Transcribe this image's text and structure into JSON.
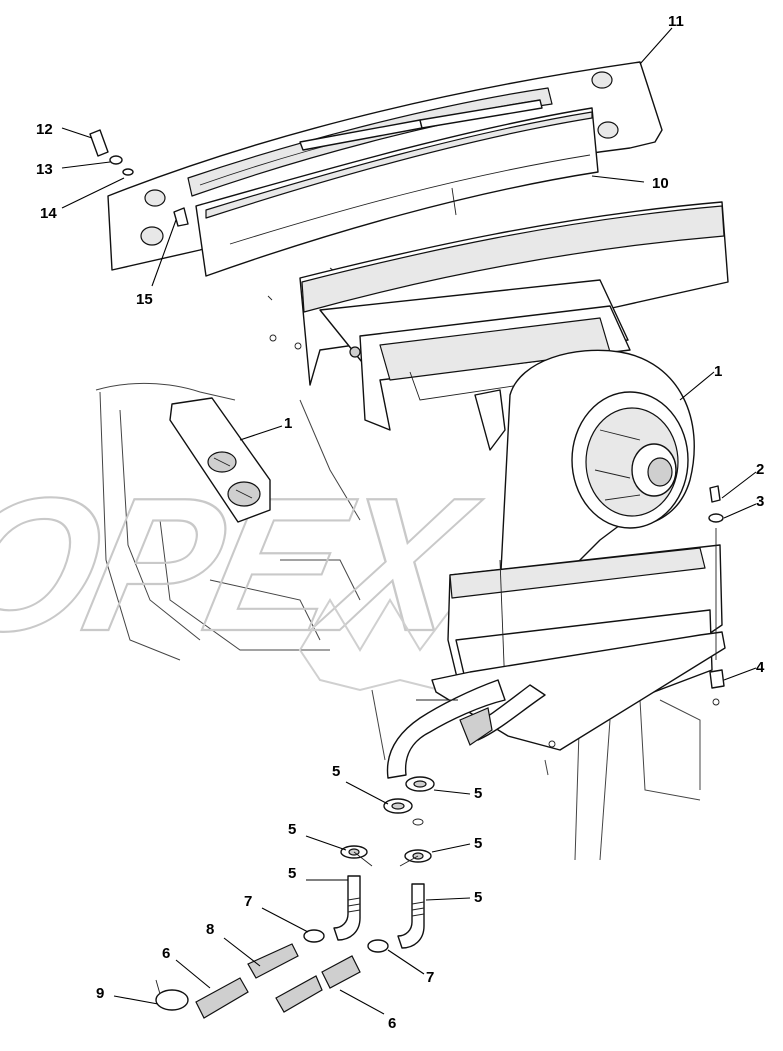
{
  "diagram": {
    "watermark_text": "OPEX",
    "callouts": [
      {
        "id": "c-11",
        "label": "11"
      },
      {
        "id": "c-12",
        "label": "12"
      },
      {
        "id": "c-13",
        "label": "13"
      },
      {
        "id": "c-14",
        "label": "14"
      },
      {
        "id": "c-10",
        "label": "10"
      },
      {
        "id": "c-15",
        "label": "15"
      },
      {
        "id": "c-1a",
        "label": "1"
      },
      {
        "id": "c-1b",
        "label": "1"
      },
      {
        "id": "c-2",
        "label": "2"
      },
      {
        "id": "c-3",
        "label": "3"
      },
      {
        "id": "c-4",
        "label": "4"
      },
      {
        "id": "c-5a",
        "label": "5"
      },
      {
        "id": "c-5b",
        "label": "5"
      },
      {
        "id": "c-5c",
        "label": "5"
      },
      {
        "id": "c-5d",
        "label": "5"
      },
      {
        "id": "c-5e",
        "label": "5"
      },
      {
        "id": "c-5f",
        "label": "5"
      },
      {
        "id": "c-7a",
        "label": "7"
      },
      {
        "id": "c-7b",
        "label": "7"
      },
      {
        "id": "c-8",
        "label": "8"
      },
      {
        "id": "c-6a",
        "label": "6"
      },
      {
        "id": "c-6b",
        "label": "6"
      },
      {
        "id": "c-9",
        "label": "9"
      }
    ]
  }
}
